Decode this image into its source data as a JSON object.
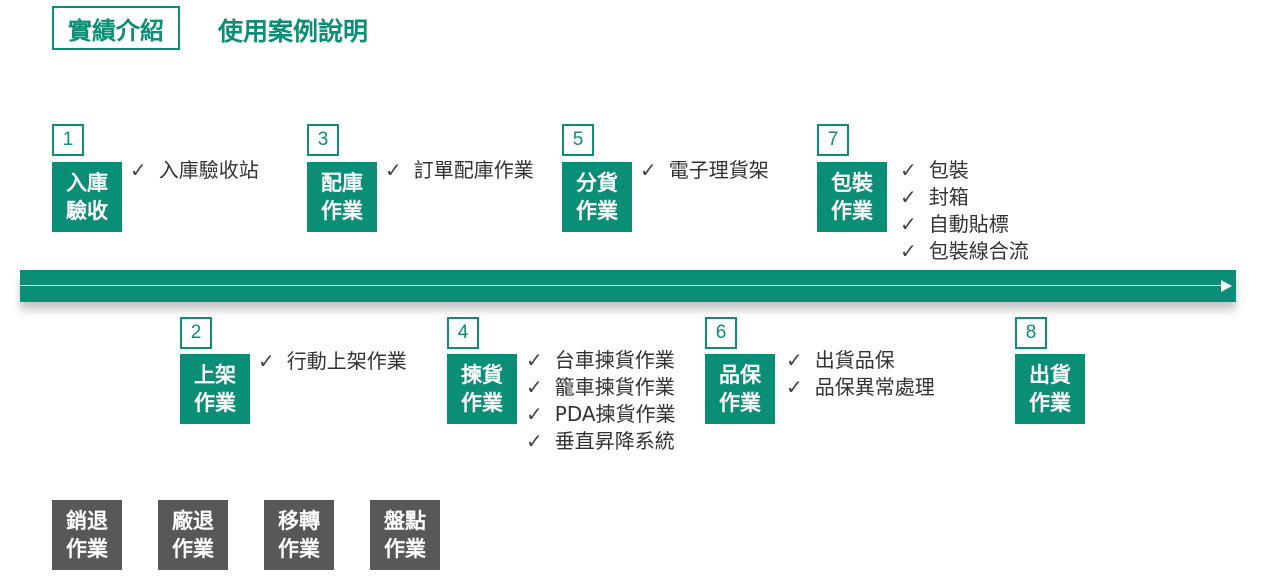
{
  "header": {
    "tag": "實績介紹",
    "title": "使用案例說明"
  },
  "steps": [
    {
      "num": "1",
      "line1": "入庫",
      "line2": "驗收",
      "items": [
        "入庫驗收站"
      ]
    },
    {
      "num": "2",
      "line1": "上架",
      "line2": "作業",
      "items": [
        "行動上架作業"
      ]
    },
    {
      "num": "3",
      "line1": "配庫",
      "line2": "作業",
      "items": [
        "訂單配庫作業"
      ]
    },
    {
      "num": "4",
      "line1": "揀貨",
      "line2": "作業",
      "items": [
        "台車揀貨作業",
        "籠車揀貨作業",
        "PDA揀貨作業",
        "垂直昇降系統"
      ]
    },
    {
      "num": "5",
      "line1": "分貨",
      "line2": "作業",
      "items": [
        "電子理貨架"
      ]
    },
    {
      "num": "6",
      "line1": "品保",
      "line2": "作業",
      "items": [
        "出貨品保",
        "品保異常處理"
      ]
    },
    {
      "num": "7",
      "line1": "包裝",
      "line2": "作業",
      "items": [
        "包裝",
        "封箱",
        "自動貼標",
        "包裝線合流"
      ]
    },
    {
      "num": "8",
      "line1": "出貨",
      "line2": "作業",
      "items": []
    }
  ],
  "other_operations": [
    {
      "line1": "銷退",
      "line2": "作業"
    },
    {
      "line1": "廠退",
      "line2": "作業"
    },
    {
      "line1": "移轉",
      "line2": "作業"
    },
    {
      "line1": "盤點",
      "line2": "作業"
    }
  ],
  "colors": {
    "accent": "#0b8e76",
    "grey": "#585858",
    "text": "#333333"
  }
}
